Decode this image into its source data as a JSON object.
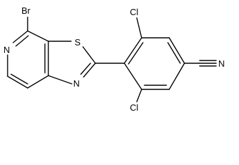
{
  "molecule": {
    "atoms": {
      "bromine": "Br",
      "pyridine_nitrogen": "N",
      "sulfur": "S",
      "thiazole_nitrogen": "N",
      "chlorine_top": "Cl",
      "chlorine_bottom": "Cl",
      "nitrile_nitrogen": "N"
    }
  }
}
